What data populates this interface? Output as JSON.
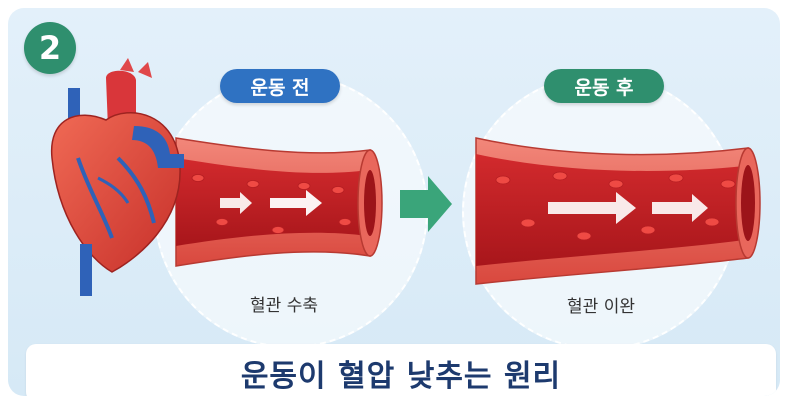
{
  "step_number": "2",
  "before": {
    "label": "운동 전",
    "caption": "혈관 수축"
  },
  "after": {
    "label": "운동 후",
    "caption": "혈관 이완"
  },
  "title": "운동이 혈압 낮추는 원리",
  "colors": {
    "background": "#d6e9f6",
    "step_badge": "#2f8f6e",
    "before_pill": "#2f72c2",
    "after_pill": "#2f8f6e",
    "transition_arrow": "#3aa57a",
    "vessel_wall": "#e2554a",
    "vessel_lumen": "#c81f26",
    "blood_cell": "#e63a3a",
    "title_text": "#1d3a6e"
  },
  "icons": [
    "heart-illustration",
    "constricted-vessel",
    "relaxed-vessel",
    "flow-arrow-icon",
    "transition-arrow-icon"
  ]
}
